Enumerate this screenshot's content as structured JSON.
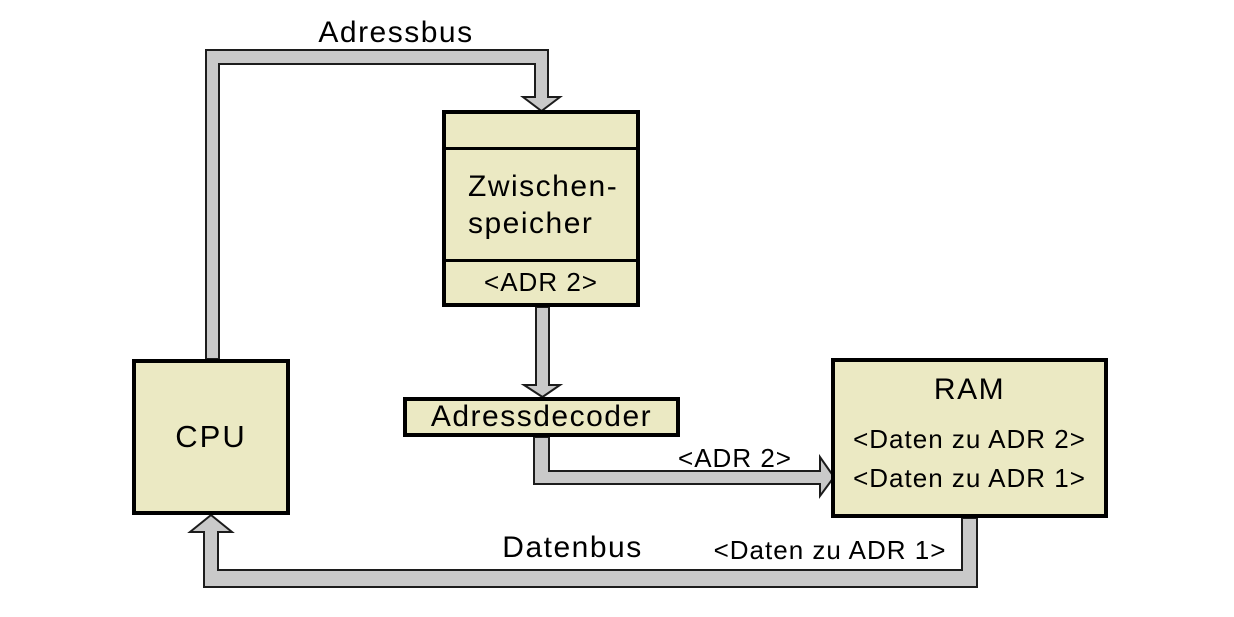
{
  "diagram": {
    "colors": {
      "background": "#ffffff",
      "box_fill": "#ebe9c3",
      "box_border": "#000000",
      "bus_fill": "#c9c9c9",
      "bus_outline": "#1c1c1c",
      "text_color": "#000000"
    },
    "bus_labels": {
      "adressbus": "Adressbus",
      "datenbus": "Datenbus",
      "adr2_on_bus": "<ADR 2>",
      "daten_zu_adr1_on_bus": "<Daten zu ADR 1>"
    },
    "nodes": {
      "cpu": {
        "label": "CPU"
      },
      "zwischenspeicher": {
        "line1": "Zwischen-",
        "line2": "speicher",
        "slot": "<ADR 2>"
      },
      "adressdecoder": {
        "label": "Adressdecoder"
      },
      "ram": {
        "title": "RAM",
        "line1": "<Daten zu ADR 2>",
        "line2": "<Daten zu ADR 1>"
      }
    }
  }
}
